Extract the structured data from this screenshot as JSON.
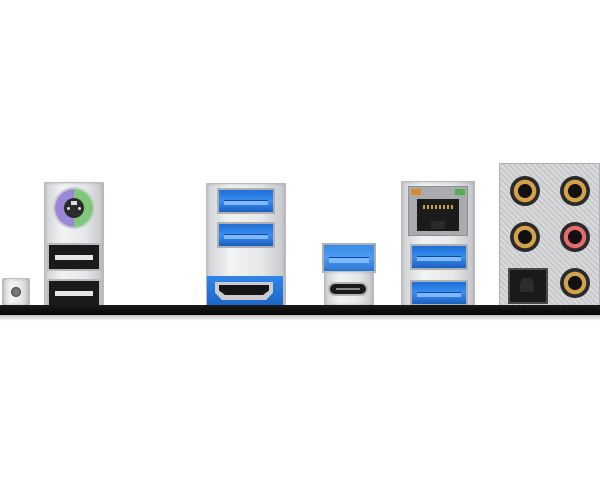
{
  "scene": {
    "background_color": "#ffffff",
    "board_color": "#0a0a0a",
    "usb3_color": "#2f86ea",
    "ps2_color_green": "#7fc87a",
    "ps2_color_purple": "#9b86d8",
    "audio_gold": "#d4a14b",
    "audio_pink": "#e86b6b"
  },
  "ports": [
    {
      "type": "button",
      "icon": "flash-bios-button-icon"
    },
    {
      "type": "ps2-combo",
      "icon": "ps2-port-icon"
    },
    {
      "type": "usb-2.0",
      "count": 2,
      "icon": "usb-a-port-icon"
    },
    {
      "type": "usb-3.2",
      "count": 2,
      "icon": "usb3-port-icon"
    },
    {
      "type": "hdmi",
      "icon": "hdmi-port-icon"
    },
    {
      "type": "usb-3.2",
      "count": 1,
      "icon": "usb3-port-icon"
    },
    {
      "type": "usb-c",
      "icon": "usb-c-port-icon"
    },
    {
      "type": "rj45",
      "icon": "ethernet-port-icon"
    },
    {
      "type": "usb-3.2",
      "count": 2,
      "icon": "usb3-port-icon"
    },
    {
      "type": "audio-jack",
      "count": 5,
      "icon": "audio-jack-icon"
    },
    {
      "type": "optical-spdif",
      "icon": "optical-port-icon"
    }
  ]
}
